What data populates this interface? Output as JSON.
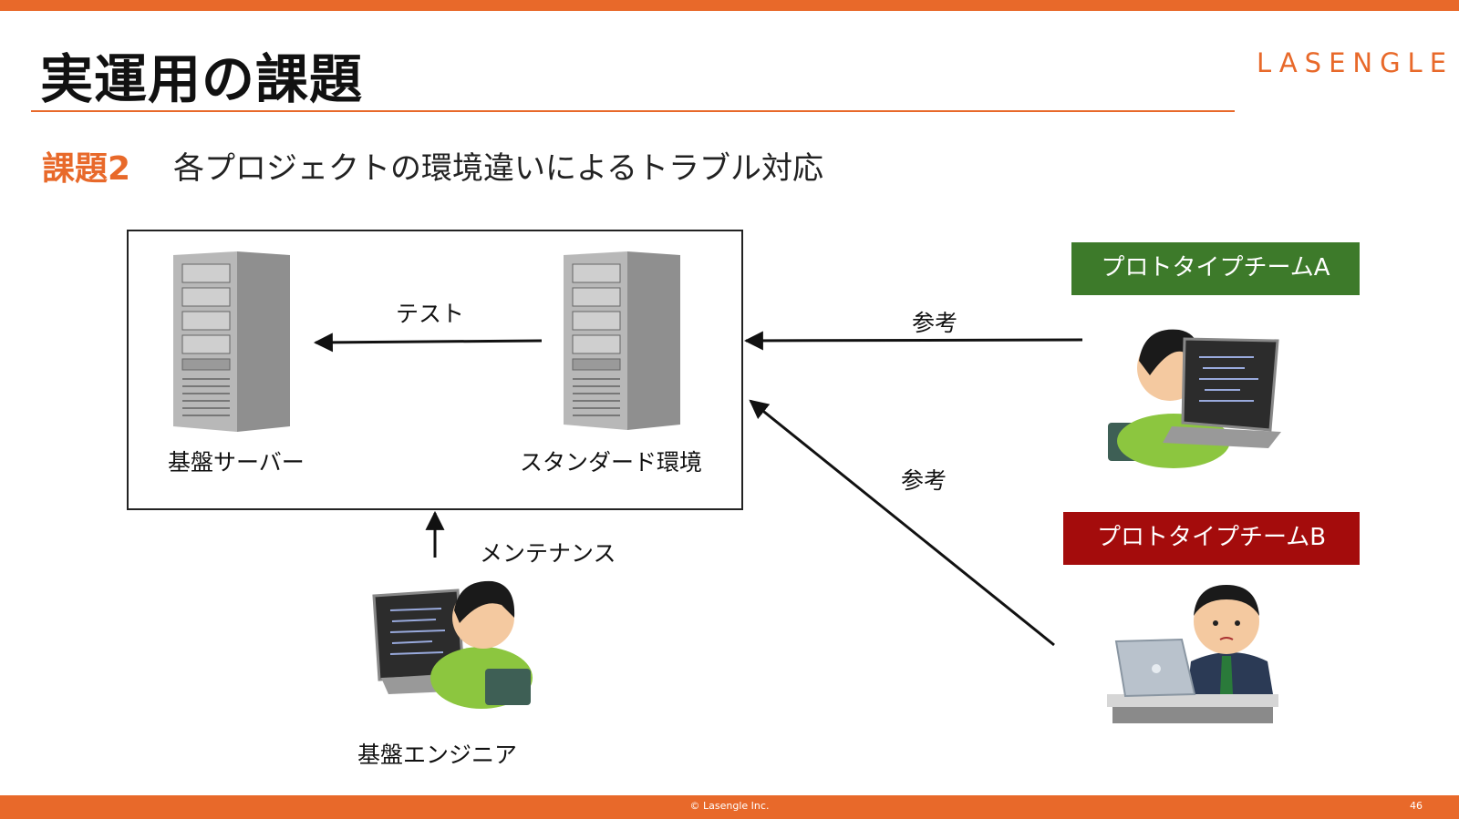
{
  "slide": {
    "title": "実運用の課題",
    "logo": "LASENGLE",
    "subtitle_tag": "課題2",
    "subtitle": "各プロジェクトの環境違いによるトラブル対応",
    "copyright": "© Lasengle Inc.",
    "page_number": "46"
  },
  "diagram": {
    "nodes": {
      "base_server": "基盤サーバー",
      "standard_env": "スタンダード環境",
      "base_engineer": "基盤エンジニア",
      "team_a": "プロトタイプチームA",
      "team_b": "プロトタイプチームB"
    },
    "edges": {
      "test": "テスト",
      "maintenance": "メンテナンス",
      "reference_a": "参考",
      "reference_b": "参考"
    }
  },
  "colors": {
    "accent": "#e8692a",
    "team_a": "#3d7a2a",
    "team_b": "#a40c0c"
  }
}
